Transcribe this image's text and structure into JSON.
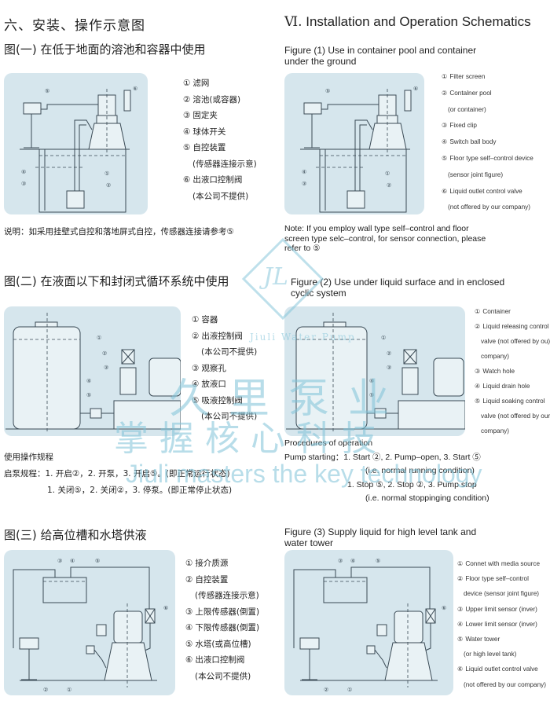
{
  "zh": {
    "section_title": "六、安装、操作示意图",
    "fig1": {
      "title": "图(一) 在低于地面的溶池和容器中使用",
      "legend": [
        {
          "num": "①",
          "text": "滤网"
        },
        {
          "num": "②",
          "text": "溶池(或容器)"
        },
        {
          "num": "③",
          "text": "固定夹"
        },
        {
          "num": "④",
          "text": "球体开关"
        },
        {
          "num": "⑤",
          "text": "自控装置"
        },
        {
          "num": "",
          "text": "(传感器连接示意)"
        },
        {
          "num": "⑥",
          "text": "出液口控制阀"
        },
        {
          "num": "",
          "text": "(本公司不提供)"
        }
      ],
      "note": "说明：如采用挂壁式自控和落地屏式自控，传感器连接请参考⑤"
    },
    "fig2": {
      "title": "图(二) 在液面以下和封闭式循环系统中使用",
      "legend": [
        {
          "num": "①",
          "text": "容器"
        },
        {
          "num": "②",
          "text": "出液控制阀"
        },
        {
          "num": "",
          "text": "(本公司不提供)"
        },
        {
          "num": "③",
          "text": "观察孔"
        },
        {
          "num": "④",
          "text": "放液口"
        },
        {
          "num": "⑤",
          "text": "吸液控制阀"
        },
        {
          "num": "",
          "text": "(本公司不提供)"
        }
      ],
      "procedure_title": "使用操作规程",
      "procedure_start": "启泵规程：1. 开启②，2. 开泵，3. 开启⑤。(即正常运行状态)",
      "procedure_stop": "1. 关闭⑤，2. 关闭②，3. 停泵。(即正常停止状态)"
    },
    "fig3": {
      "title": "图(三) 给高位槽和水塔供液",
      "legend": [
        {
          "num": "①",
          "text": "接介质源"
        },
        {
          "num": "②",
          "text": "自控装置"
        },
        {
          "num": "",
          "text": "(传感器连接示意)"
        },
        {
          "num": "③",
          "text": "上限传感器(倒置)"
        },
        {
          "num": "④",
          "text": "下限传感器(倒置)"
        },
        {
          "num": "⑤",
          "text": "水塔(或高位槽)"
        },
        {
          "num": "⑥",
          "text": "出液口控制阀"
        },
        {
          "num": "",
          "text": "(本公司不提供)"
        }
      ]
    }
  },
  "en": {
    "section_roman": "Ⅵ.",
    "section_title": "Installation and Operation Schematics",
    "fig1": {
      "title_line1": "Figure (1) Use in container pool and container",
      "title_line2": "under the ground",
      "legend": [
        {
          "num": "①",
          "text": "Filter screen"
        },
        {
          "num": "②",
          "text": "Contalner pool"
        },
        {
          "num": "",
          "text": "(or container)"
        },
        {
          "num": "③",
          "text": "Fixed clip"
        },
        {
          "num": "④",
          "text": "Switch ball body"
        },
        {
          "num": "⑤",
          "text": "Floor type self–control device"
        },
        {
          "num": "",
          "text": "(sensor joint figure)"
        },
        {
          "num": "⑥",
          "text": "Liquid outlet control valve"
        },
        {
          "num": "",
          "text": "(not offered by our company)"
        }
      ],
      "note_line1": "Note: If you employ wall type self–control and floor",
      "note_line2": "screen type selc–control, for sensor connection, please",
      "note_line3": "refer to ⑤"
    },
    "fig2": {
      "title_line1": "Figure (2) Use under liquid surface and in enclosed",
      "title_line2": "cyclic system",
      "legend": [
        {
          "num": "①",
          "text": "Container"
        },
        {
          "num": "②",
          "text": "Liquid releasing control"
        },
        {
          "num": "",
          "text": "valve (not offered by ou)"
        },
        {
          "num": "",
          "text": "company)"
        },
        {
          "num": "③",
          "text": "Watch hole"
        },
        {
          "num": "④",
          "text": "Liquid drain hole"
        },
        {
          "num": "⑤",
          "text": "Liquid soaking control"
        },
        {
          "num": "",
          "text": "valve (not offered by our"
        },
        {
          "num": "",
          "text": "company)"
        }
      ],
      "procedure_title": "Procedures of operation",
      "procedure_start": "Pump starting：1. Start ②, 2. Pump–open, 3. Start ⑤",
      "procedure_start_note": "(i.e. normal running condition)",
      "procedure_stop": "1. Stop ⑤, 2. Stop ②, 3. Pump stop",
      "procedure_stop_note": "(i.e. normal stoppinging condition)"
    },
    "fig3": {
      "title_line1": "Figure (3) Supply liquid for high level tank and",
      "title_line2": "water tower",
      "legend": [
        {
          "num": "①",
          "text": "Connet with media source"
        },
        {
          "num": "②",
          "text": "Floor type self–control"
        },
        {
          "num": "",
          "text": "device (sensor joint figure)"
        },
        {
          "num": "③",
          "text": "Upper limit sensor (inver)"
        },
        {
          "num": "④",
          "text": "Lower limit sensor (inver)"
        },
        {
          "num": "⑤",
          "text": "Water tower"
        },
        {
          "num": "",
          "text": "(or high level tank)"
        },
        {
          "num": "⑥",
          "text": "Liquid outlet control valve"
        },
        {
          "num": "",
          "text": "(not offered by our company)"
        }
      ]
    }
  },
  "diagram_labels": {
    "fig1": [
      "①",
      "②",
      "③",
      "④",
      "⑤",
      "⑥"
    ],
    "fig2": [
      "①",
      "②",
      "③",
      "④",
      "⑤"
    ],
    "fig3": [
      "①",
      "②",
      "③",
      "④",
      "⑤",
      "⑥"
    ]
  },
  "watermark": {
    "logo_text": "JL",
    "brand_en": "Jiuli Water Pump",
    "brand_zh": "久里泵业",
    "slogan_zh": "掌握核心科技",
    "slogan_en": "Jiuli masters the key technology",
    "color": "#7fc3d8"
  },
  "colors": {
    "panel_bg": "#d6e6ed",
    "line": "#3a4a55",
    "text": "#222222"
  }
}
